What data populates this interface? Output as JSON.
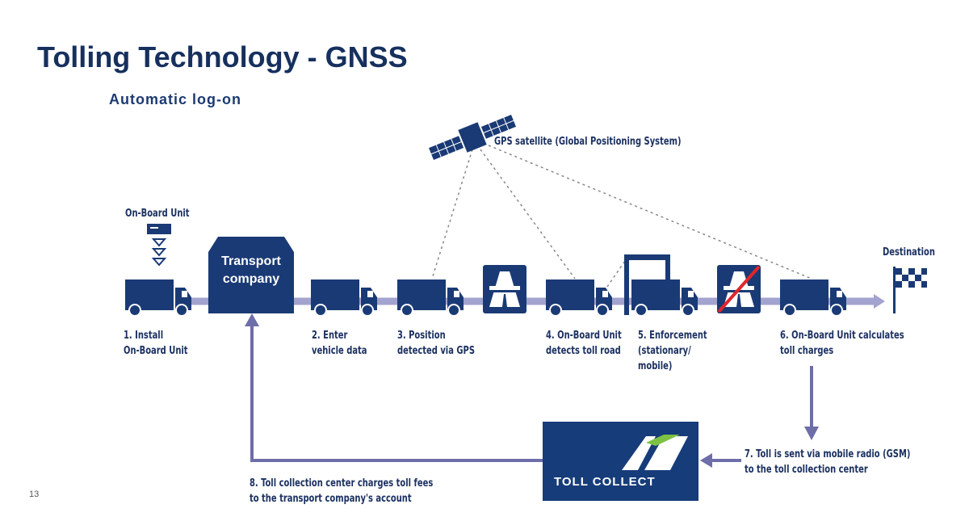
{
  "slide": {
    "title": "Tolling Technology - GNSS",
    "subtitle": "Automatic log-on",
    "page_number": "13"
  },
  "diagram": {
    "satellite_label": "GPS satellite (Global Positioning System)",
    "obu_label": "On-Board Unit",
    "transport_company": "Transport\ncompany",
    "destination": "Destination",
    "toll_collect": "TOLL COLLECT",
    "steps": [
      "1. Install\nOn-Board Unit",
      "2. Enter\nvehicle data",
      "3. Position\ndetected via GPS",
      "4. On-Board Unit\ndetects toll road",
      "5. Enforcement\n(stationary/\nmobile)",
      "6. On-Board Unit calculates\ntoll charges",
      "7. Toll is sent via mobile radio (GSM)\nto the toll collection center",
      "8. Toll collection center charges toll fees\nto the transport company's account"
    ],
    "colors": {
      "navy": "#1a3a75",
      "track": "#a3a3cf",
      "arrow": "#6e6eaa",
      "red": "#e0262b"
    }
  }
}
